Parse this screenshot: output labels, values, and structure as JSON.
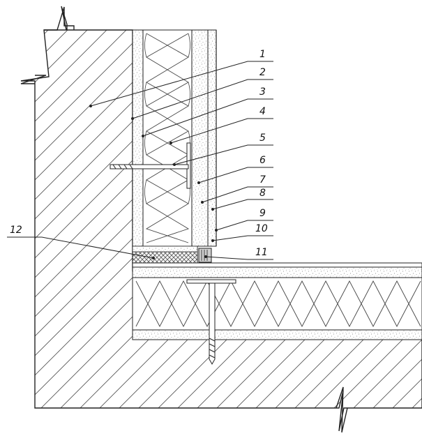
{
  "callouts": [
    {
      "id": 1,
      "label": "1"
    },
    {
      "id": 2,
      "label": "2"
    },
    {
      "id": 3,
      "label": "3"
    },
    {
      "id": 4,
      "label": "4"
    },
    {
      "id": 5,
      "label": "5"
    },
    {
      "id": 6,
      "label": "6"
    },
    {
      "id": 7,
      "label": "7"
    },
    {
      "id": 8,
      "label": "8"
    },
    {
      "id": 9,
      "label": "9"
    },
    {
      "id": 10,
      "label": "10"
    },
    {
      "id": 11,
      "label": "11"
    },
    {
      "id": 12,
      "label": "12"
    }
  ],
  "colors": {
    "line": "#222222",
    "hatch": "#555555",
    "stipple": "#888888",
    "membrane": "#dddddd",
    "background": "#ffffff"
  }
}
